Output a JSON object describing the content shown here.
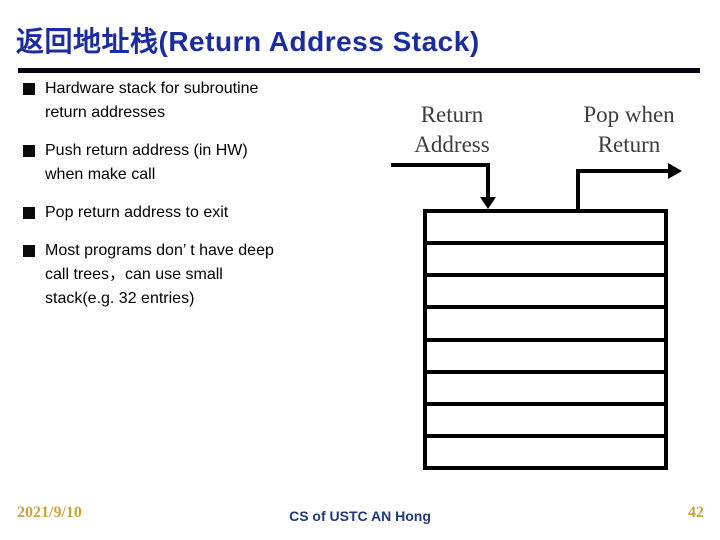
{
  "slide": {
    "title": "返回地址栈(Return Address Stack)",
    "bullets": [
      {
        "label": "Hardware stack for subroutine\nreturn addresses"
      },
      {
        "label": "Push return address (in HW)\nwhen make call"
      },
      {
        "label": "Pop return address to exit"
      },
      {
        "label": "Most programs don’ t have deep\ncall trees，can use small\nstack(e.g. 32 entries)"
      }
    ],
    "diagram": {
      "push_label": "Return\nAddress",
      "pop_label": "Pop when\nReturn",
      "stack_rows": 8
    },
    "footer": {
      "date": "2021/9/10",
      "center": "CS of USTC AN Hong",
      "page": "42"
    },
    "colors": {
      "title_blue": "#1B2C9E",
      "text_black": "#000000",
      "accent_gold": "#C9A43C",
      "footer_navy": "#1F3880",
      "diagram_line": "#000000"
    }
  }
}
